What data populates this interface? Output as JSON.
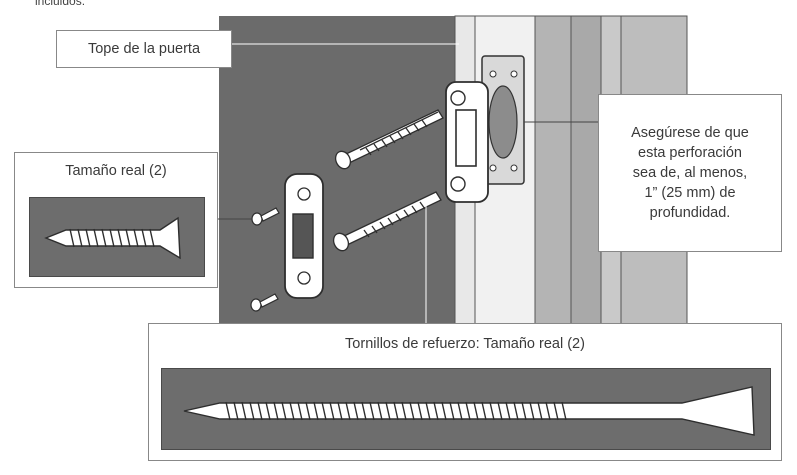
{
  "top_fragment": "incluidos.",
  "labels": {
    "door_stop": "Tope de la puerta",
    "drill_note": "Asegúrese de que\nesta perforación\nsea de, al menos,\n1” (25 mm) de\nprofundidad.",
    "small_screws": "Tamaño real (2)",
    "reinforcement_screws": "Tornillos de refuerzo: Tamaño real (2)"
  },
  "colors": {
    "door": "#6b6b6b",
    "frame": "#bdbdbd",
    "frame_light": "#e6e6e6",
    "metal": "#ffffff",
    "outline": "#2e2e2e"
  }
}
